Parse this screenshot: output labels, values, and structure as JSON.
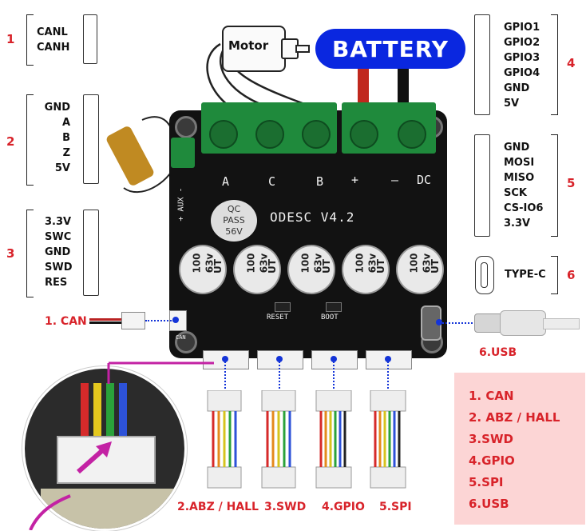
{
  "groups": {
    "g1": {
      "num": "1",
      "pins": [
        "CANL",
        "CANH"
      ]
    },
    "g2": {
      "num": "2",
      "pins": [
        "GND",
        "A",
        "B",
        "Z",
        "5V"
      ]
    },
    "g3": {
      "num": "3",
      "pins": [
        "3.3V",
        "SWC",
        "GND",
        "SWD",
        "RES"
      ]
    },
    "g4": {
      "num": "4",
      "pins": [
        "GPIO1",
        "GPIO2",
        "GPIO3",
        "GPIO4",
        "GND",
        "5V"
      ]
    },
    "g5": {
      "num": "5",
      "pins": [
        "GND",
        "MOSI",
        "MISO",
        "SCK",
        "CS-IO6",
        "3.3V"
      ]
    },
    "g6": {
      "num": "6",
      "label": "TYPE-C"
    }
  },
  "top": {
    "motor": "Motor",
    "battery": "BATTERY"
  },
  "board": {
    "name": "ODESC V4.2",
    "qc": [
      "QC",
      "PASS",
      "56V"
    ],
    "phase_labels": [
      "A",
      "C",
      "B",
      "+",
      "—",
      "DC"
    ],
    "aux": "+ AUX -",
    "reset": "RESET",
    "boot": "BOOT",
    "can_pad": "CAN",
    "cap_text": [
      "100",
      "63v",
      "UT"
    ]
  },
  "callouts": {
    "can": "1. CAN",
    "usb": "6.USB"
  },
  "bottom_labels": [
    "2.ABZ / HALL",
    "3.SWD",
    "4.GPIO",
    "5.SPI"
  ],
  "legend": [
    "1. CAN",
    "2. ABZ / HALL",
    "3.SWD",
    "4.GPIO",
    "5.SPI",
    "6.USB"
  ],
  "colors": {
    "accent_red": "#d8232a",
    "battery_blue": "#0a27e0",
    "pcb": "#121212",
    "terminal_green": "#1f8a3c",
    "legend_bg": "#fcd5d5"
  }
}
